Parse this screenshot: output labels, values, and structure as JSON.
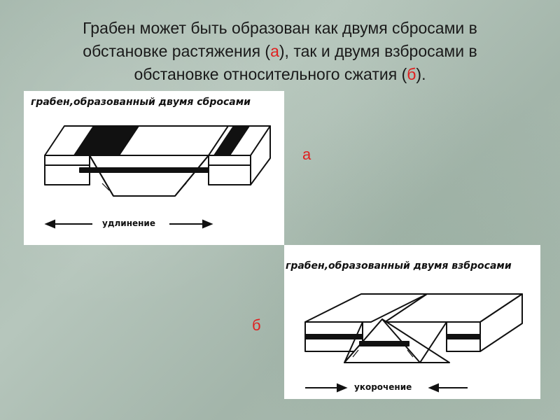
{
  "heading": {
    "line1": "Грабен может быть образован как двумя сбросами в",
    "line2_pre": "обстановке растяжения (",
    "line2_a": "а",
    "line2_post": "), так и двумя взбросами в",
    "line3_pre": "обстановке относительного сжатия (",
    "line3_b": "б",
    "line3_post": ")."
  },
  "panel_a": {
    "title": "грабен,образованный двумя сбросами",
    "caption": "удлинение",
    "letter": "а"
  },
  "panel_b": {
    "title": "грабен,образованный двумя взбросами",
    "caption": "укорочение",
    "letter": "б"
  },
  "colors": {
    "accent": "#e02020",
    "ink": "#111111"
  }
}
